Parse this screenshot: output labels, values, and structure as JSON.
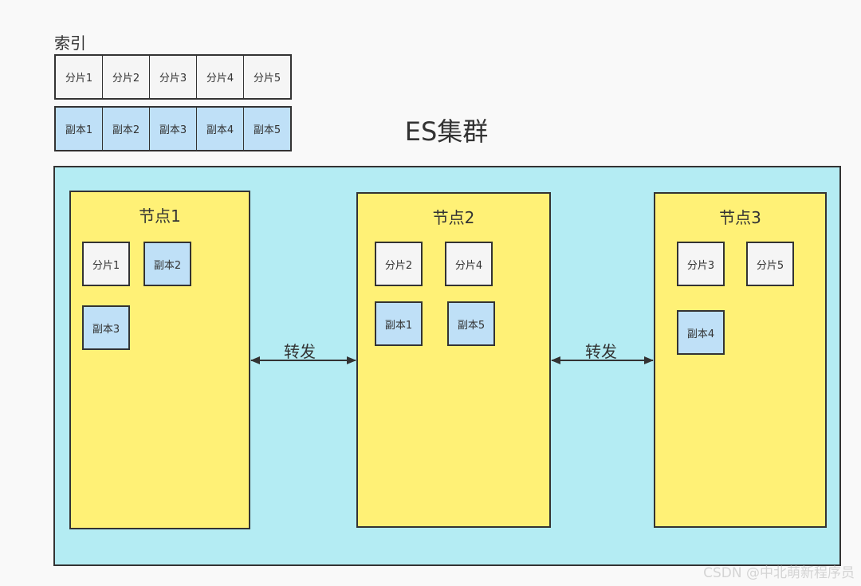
{
  "index": {
    "label": "索引",
    "shards": [
      "分片1",
      "分片2",
      "分片3",
      "分片4",
      "分片5"
    ],
    "replicas": [
      "副本1",
      "副本2",
      "副本3",
      "副本4",
      "副本5"
    ]
  },
  "cluster": {
    "title": "ES集群",
    "nodes": [
      {
        "title": "节点1",
        "items": [
          "分片1",
          "副本2",
          "副本3"
        ]
      },
      {
        "title": "节点2",
        "items": [
          "分片2",
          "分片4",
          "副本1",
          "副本5"
        ]
      },
      {
        "title": "节点3",
        "items": [
          "分片3",
          "分片5",
          "副本4"
        ]
      }
    ],
    "arrows": [
      "转发",
      "转发"
    ]
  },
  "colors": {
    "background": "#f9f9f9",
    "cluster": "#b4ecf3",
    "node": "#fff176",
    "shard": "#f5f5f5",
    "replica": "#bfe0f7",
    "stroke": "#333333"
  },
  "watermark": "CSDN @中北萌新程序员"
}
